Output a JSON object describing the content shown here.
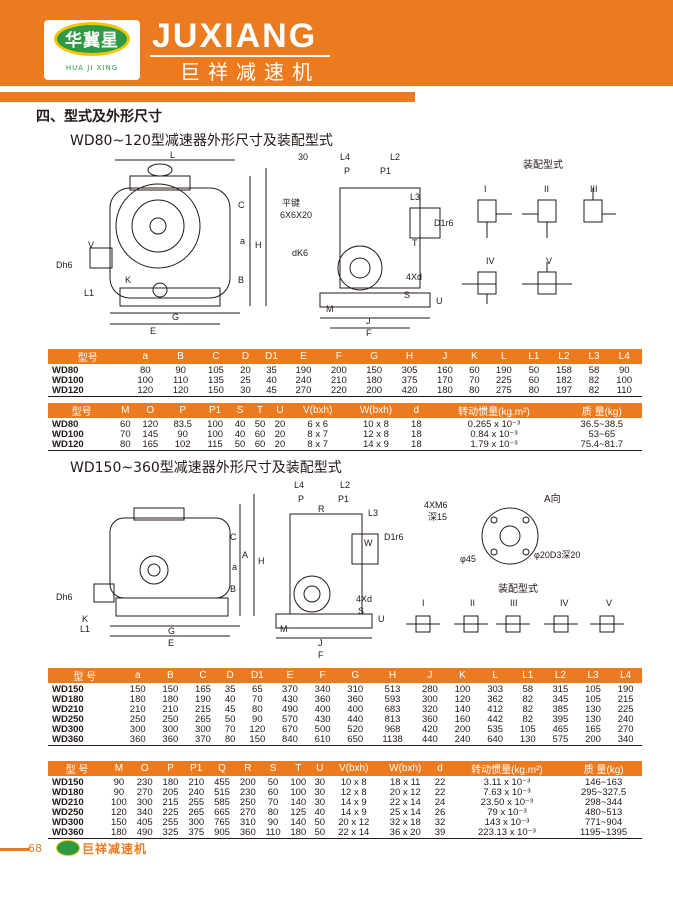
{
  "header": {
    "logo_cn": "华冀星",
    "logo_en": "HUA JI XING",
    "brand_en": "JUXIANG",
    "brand_cn": "巨祥减速机"
  },
  "section_title": "四、型式及外形尺寸",
  "part1": {
    "title": "WD80~120型减速器外形尺寸及装配型式",
    "assembly_title": "装配型式",
    "assembly_types": [
      "I",
      "II",
      "III",
      "IV",
      "V"
    ],
    "table1": {
      "headers": [
        "型号",
        "a",
        "B",
        "C",
        "D",
        "D1",
        "E",
        "F",
        "G",
        "H",
        "J",
        "K",
        "L",
        "L1",
        "L2",
        "L3",
        "L4"
      ],
      "rows": [
        [
          "WD80",
          "80",
          "90",
          "105",
          "20",
          "35",
          "190",
          "200",
          "150",
          "305",
          "160",
          "60",
          "190",
          "50",
          "158",
          "58",
          "90"
        ],
        [
          "WD100",
          "100",
          "110",
          "135",
          "25",
          "40",
          "240",
          "210",
          "180",
          "375",
          "170",
          "70",
          "225",
          "60",
          "182",
          "82",
          "100"
        ],
        [
          "WD120",
          "120",
          "120",
          "150",
          "30",
          "45",
          "270",
          "220",
          "200",
          "420",
          "180",
          "80",
          "275",
          "80",
          "197",
          "82",
          "110"
        ]
      ]
    },
    "table2": {
      "headers": [
        "型号",
        "M",
        "O",
        "P",
        "P1",
        "S",
        "T",
        "U",
        "V(bxh)",
        "W(bxh)",
        "d",
        "转动惯量(kg.m²)",
        "质 量(kg)"
      ],
      "rows": [
        [
          "WD80",
          "60",
          "120",
          "83.5",
          "100",
          "40",
          "50",
          "20",
          "6 x 6",
          "10 x 8",
          "18",
          "0.265 x 10⁻³",
          "36.5~38.5"
        ],
        [
          "WD100",
          "70",
          "145",
          "90",
          "100",
          "40",
          "60",
          "20",
          "8 x 7",
          "12 x 8",
          "18",
          "0.84 x 10⁻³",
          "53~65"
        ],
        [
          "WD120",
          "80",
          "165",
          "102",
          "115",
          "50",
          "60",
          "20",
          "8 x 7",
          "14 x 9",
          "18",
          "1.79 x 10⁻³",
          "75.4~81.7"
        ]
      ]
    }
  },
  "part2": {
    "title": "WD150~360型减速器外形尺寸及装配型式",
    "assembly_title": "装配型式",
    "view_title": "A向",
    "assembly_types": [
      "I",
      "II",
      "III",
      "IV",
      "V"
    ],
    "table1": {
      "headers": [
        "型 号",
        "a",
        "B",
        "C",
        "D",
        "D1",
        "E",
        "F",
        "G",
        "H",
        "J",
        "K",
        "L",
        "L1",
        "L2",
        "L3",
        "L4"
      ],
      "rows": [
        [
          "WD150",
          "150",
          "150",
          "165",
          "35",
          "65",
          "370",
          "340",
          "310",
          "513",
          "280",
          "100",
          "303",
          "58",
          "315",
          "105",
          "190"
        ],
        [
          "WD180",
          "180",
          "180",
          "190",
          "40",
          "70",
          "430",
          "360",
          "360",
          "593",
          "300",
          "120",
          "362",
          "82",
          "345",
          "105",
          "215"
        ],
        [
          "WD210",
          "210",
          "210",
          "215",
          "45",
          "80",
          "490",
          "400",
          "400",
          "683",
          "320",
          "140",
          "412",
          "82",
          "385",
          "130",
          "225"
        ],
        [
          "WD250",
          "250",
          "250",
          "265",
          "50",
          "90",
          "570",
          "430",
          "440",
          "813",
          "360",
          "160",
          "442",
          "82",
          "395",
          "130",
          "240"
        ],
        [
          "WD300",
          "300",
          "300",
          "300",
          "70",
          "120",
          "670",
          "500",
          "520",
          "968",
          "420",
          "200",
          "535",
          "105",
          "465",
          "165",
          "270"
        ],
        [
          "WD360",
          "360",
          "360",
          "370",
          "80",
          "150",
          "840",
          "610",
          "650",
          "1138",
          "440",
          "240",
          "640",
          "130",
          "575",
          "200",
          "340"
        ]
      ]
    },
    "table2": {
      "headers": [
        "型 号",
        "M",
        "O",
        "P",
        "P1",
        "Q",
        "R",
        "S",
        "T",
        "U",
        "V(bxh)",
        "W(bxh)",
        "d",
        "转动惯量(kg.m²)",
        "质 量(kg)"
      ],
      "rows": [
        [
          "WD150",
          "90",
          "230",
          "180",
          "210",
          "455",
          "200",
          "50",
          "100",
          "30",
          "10 x 8",
          "18 x 11",
          "22",
          "3.11 x 10⁻³",
          "146~163"
        ],
        [
          "WD180",
          "90",
          "270",
          "205",
          "240",
          "515",
          "230",
          "60",
          "100",
          "30",
          "12 x 8",
          "20 x 12",
          "22",
          "7.63 x 10⁻³",
          "295~327.5"
        ],
        [
          "WD210",
          "100",
          "300",
          "215",
          "255",
          "585",
          "250",
          "70",
          "140",
          "30",
          "14 x 9",
          "22 x 14",
          "24",
          "23.50 x 10⁻³",
          "298~344"
        ],
        [
          "WD250",
          "120",
          "340",
          "225",
          "265",
          "665",
          "270",
          "80",
          "125",
          "40",
          "14 x 9",
          "25 x 14",
          "26",
          "79 x 10⁻³",
          "480~513"
        ],
        [
          "WD300",
          "150",
          "405",
          "255",
          "300",
          "765",
          "310",
          "90",
          "140",
          "50",
          "20 x 12",
          "32 x 18",
          "32",
          "143 x 10⁻³",
          "771~904"
        ],
        [
          "WD360",
          "180",
          "490",
          "325",
          "375",
          "905",
          "360",
          "110",
          "180",
          "50",
          "22 x 14",
          "36 x 20",
          "39",
          "223.13 x 10⁻³",
          "1195~1395"
        ]
      ]
    }
  },
  "diagram_labels": {
    "p1_front": [
      "L",
      "C",
      "H",
      "a",
      "B",
      "Dh6",
      "L1",
      "V",
      "K",
      "G",
      "E"
    ],
    "p1_side": [
      "30",
      "L4",
      "L2",
      "P",
      "P1",
      "平键",
      "6X6X20",
      "dK6",
      "L3",
      "D1r6",
      "T",
      "4Xd",
      "M",
      "S",
      "U",
      "J",
      "F"
    ],
    "p2_front": [
      "Dh6",
      "K",
      "L1",
      "G",
      "E",
      "B",
      "C",
      "H",
      "a"
    ],
    "p2_side": [
      "L4",
      "L2",
      "P",
      "P1",
      "L3",
      "R",
      "A",
      "D1r6",
      "W",
      "4Xd",
      "S",
      "M",
      "U",
      "J",
      "F"
    ],
    "p2_view": [
      "4XM6",
      "深15",
      "φ45",
      "φ20D3深20"
    ]
  },
  "footer": {
    "page": "68",
    "brand_cn": "巨祥减速机"
  }
}
